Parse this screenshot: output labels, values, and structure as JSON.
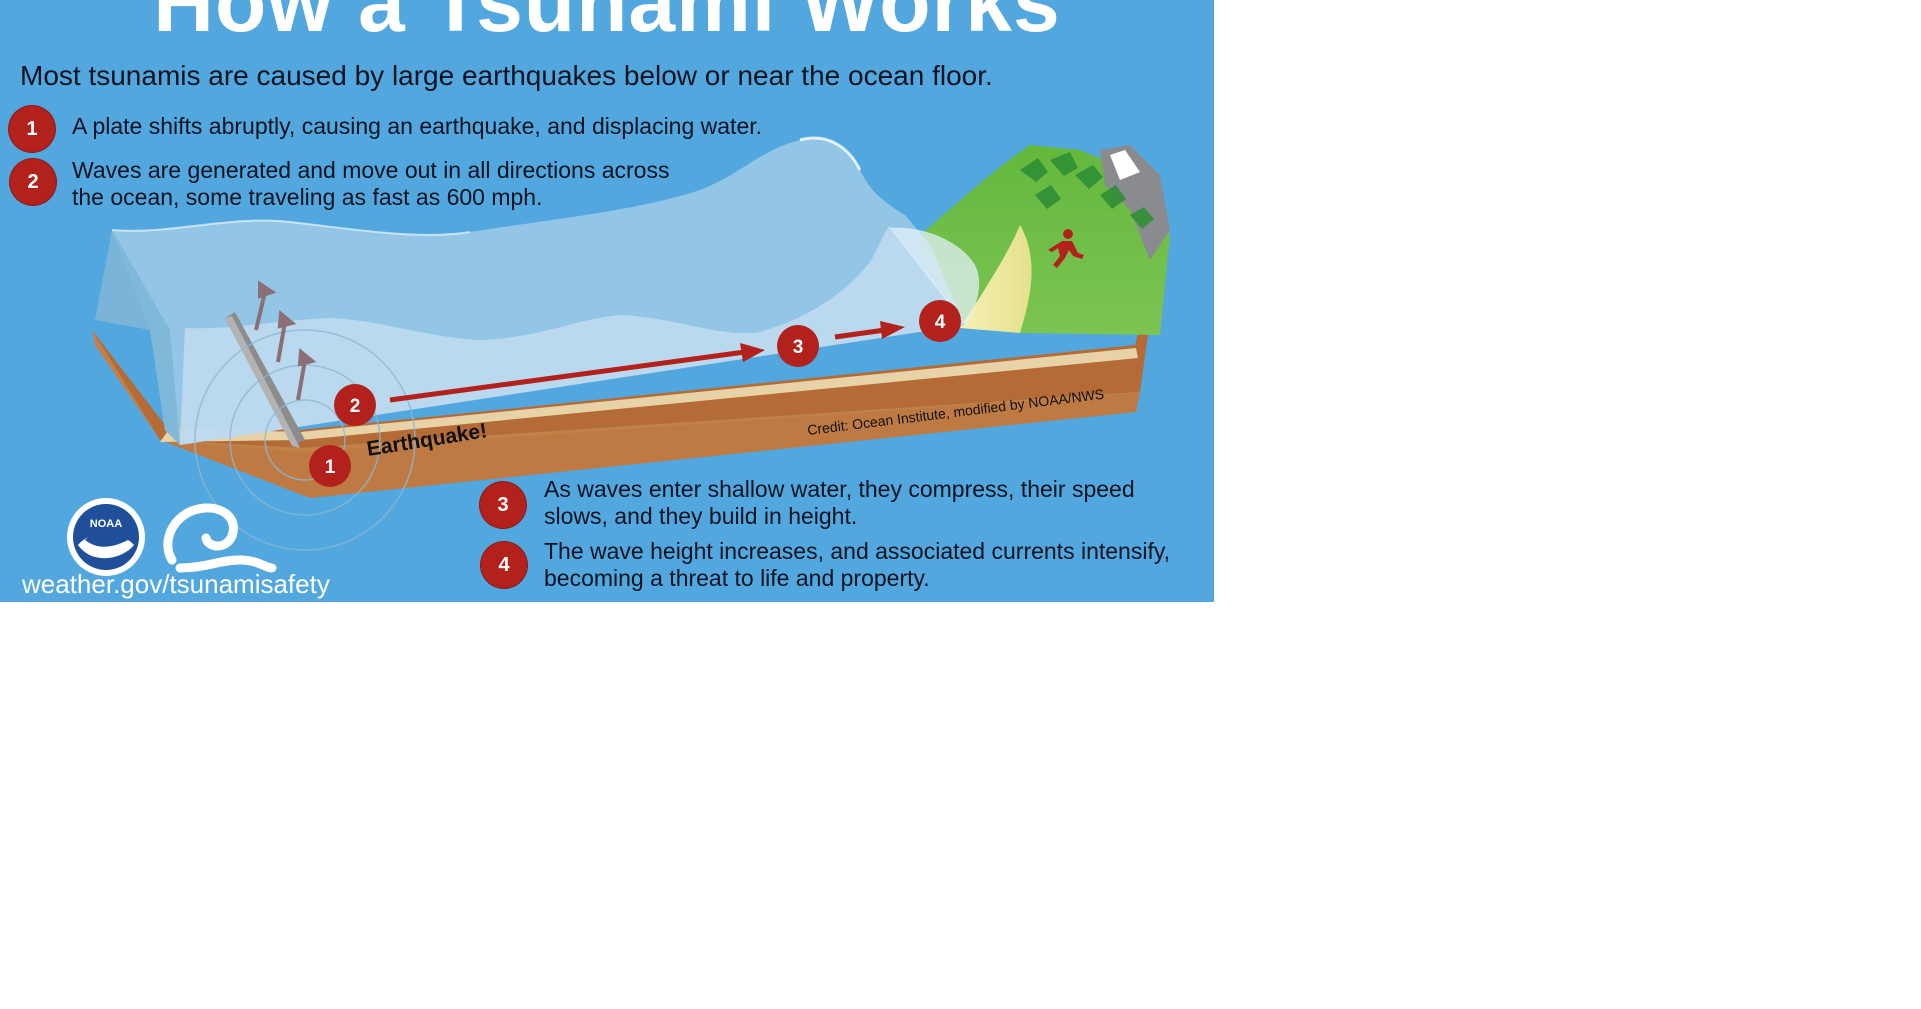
{
  "title": "How a Tsunami Works",
  "subtitle": "Most tsunamis are caused by large earthquakes below or near the ocean floor.",
  "steps": [
    {
      "number": "1",
      "text_lines": [
        "A plate shifts abruptly, causing an earthquake, and displacing water."
      ]
    },
    {
      "number": "2",
      "text_lines": [
        "Waves are generated and move out in all directions across",
        "the ocean, some traveling as fast as 600 mph."
      ]
    },
    {
      "number": "3",
      "text_lines": [
        "As waves enter shallow water, they compress, their speed",
        "slows, and they build in height."
      ]
    },
    {
      "number": "4",
      "text_lines": [
        "The wave height increases, and associated currents intensify,",
        "becoming a threat to life and property."
      ]
    }
  ],
  "diagram": {
    "earthquake_label": "Earthquake!",
    "credit": "Credit: Ocean Institute, modified by NOAA/NWS",
    "markers": [
      "1",
      "2",
      "3",
      "4"
    ]
  },
  "footer": {
    "url": "weather.gov/tsunamisafety",
    "noaa_logo_text": "NOAA"
  },
  "colors": {
    "background": "#51a7de",
    "badge": "#b2211c",
    "seafloor": "#c07a43",
    "land": "#6cbd45"
  }
}
